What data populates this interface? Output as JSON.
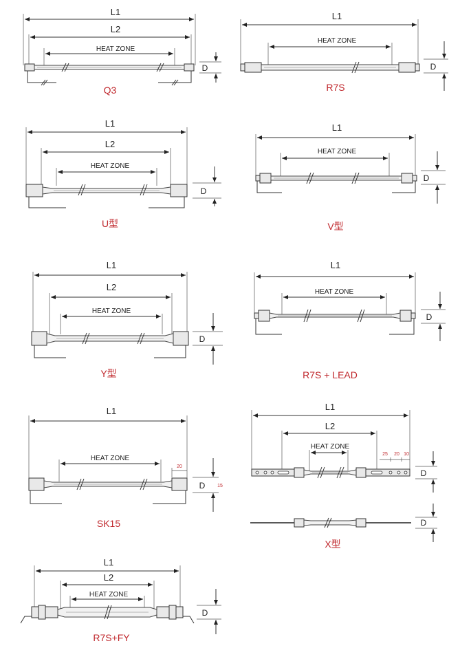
{
  "labels": {
    "l1": "L1",
    "l2": "L2",
    "heat_zone": "HEAT ZONE",
    "d": "D"
  },
  "captions": {
    "q3": "Q3",
    "r7s": "R7S",
    "u": "U型",
    "v": "V型",
    "y": "Y型",
    "r7s_lead": "R7S + LEAD",
    "sk15": "SK15",
    "x": "X型",
    "r7s_fy": "R7S+FY"
  },
  "sk15_dims": {
    "top": "20",
    "side": "15"
  },
  "x_dims": {
    "a": "25",
    "b": "20",
    "c": "10"
  },
  "colors": {
    "caption": "#c0282d",
    "line": "#333333"
  }
}
